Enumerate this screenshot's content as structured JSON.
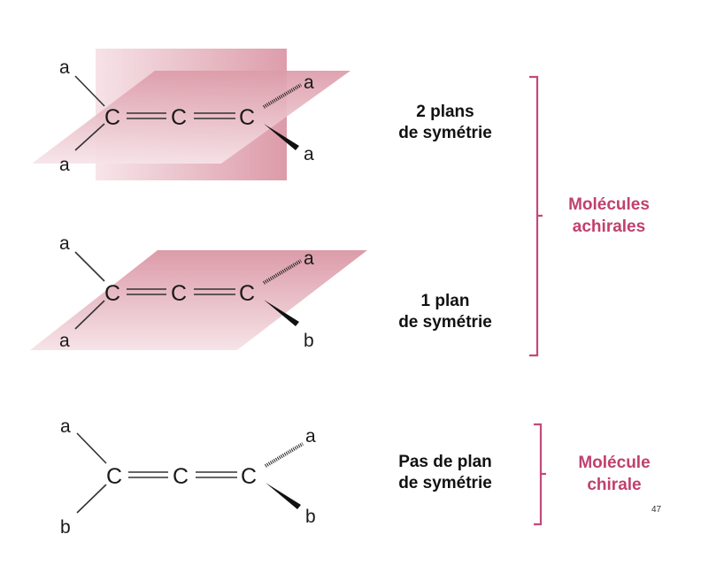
{
  "colors": {
    "accent": "#c0406e",
    "plane_dark": "#dc9aa8",
    "plane_light": "#f5e1e5",
    "bond": "#333333"
  },
  "molecules": [
    {
      "id": "mol-1",
      "atoms": [
        "C",
        "C",
        "C"
      ],
      "left_substituents": [
        "a",
        "a"
      ],
      "right_substituents": {
        "hashed": "a",
        "wedge": "a"
      },
      "planes": 2,
      "description": [
        "2 plans",
        "de symétrie"
      ]
    },
    {
      "id": "mol-2",
      "atoms": [
        "C",
        "C",
        "C"
      ],
      "left_substituents": [
        "a",
        "a"
      ],
      "right_substituents": {
        "hashed": "a",
        "wedge": "b"
      },
      "planes": 1,
      "description": [
        "1 plan",
        "de symétrie"
      ]
    },
    {
      "id": "mol-3",
      "atoms": [
        "C",
        "C",
        "C"
      ],
      "left_substituents": [
        "a",
        "b"
      ],
      "right_substituents": {
        "hashed": "a",
        "wedge": "b"
      },
      "planes": 0,
      "description": [
        "Pas de plan",
        "de symétrie"
      ]
    }
  ],
  "classifications": {
    "achiral": [
      "Molécules",
      "achirales"
    ],
    "chiral": [
      "Molécule",
      "chirale"
    ]
  },
  "page_number": "47"
}
